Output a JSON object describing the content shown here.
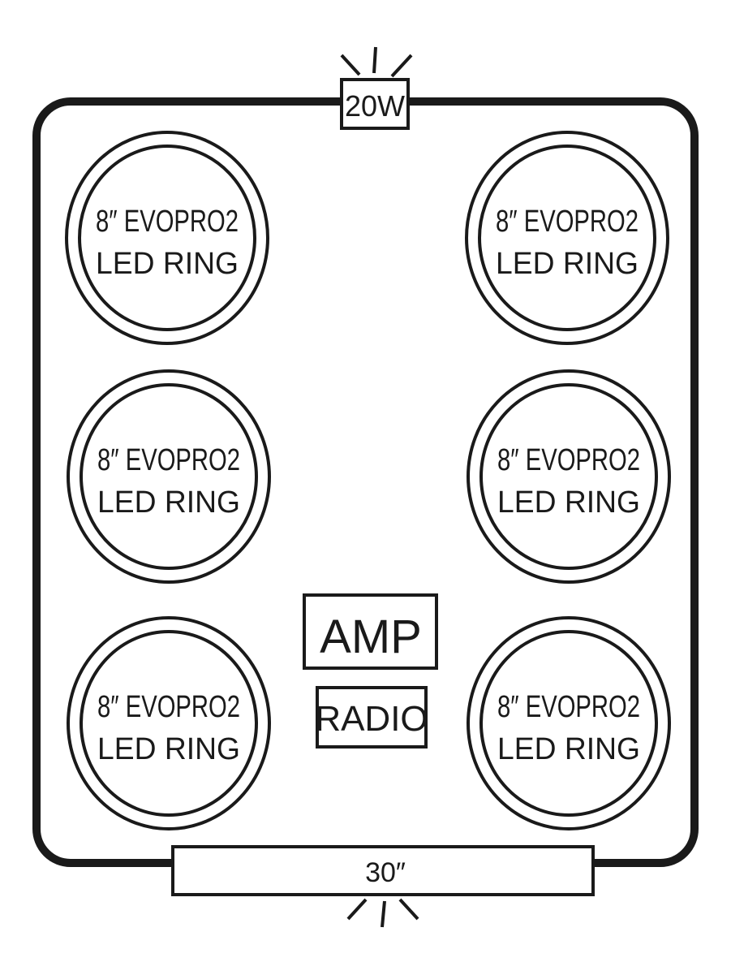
{
  "diagram": {
    "top_light_label": "20W",
    "bottom_light_label": "30″",
    "amp_label": "AMP",
    "radio_label": "RADIO",
    "speakers": [
      {
        "line1": "8″ EVOPRO2",
        "line2": "LED RING"
      },
      {
        "line1": "8″ EVOPRO2",
        "line2": "LED RING"
      },
      {
        "line1": "8″ EVOPRO2",
        "line2": "LED RING"
      },
      {
        "line1": "8″ EVOPRO2",
        "line2": "LED RING"
      },
      {
        "line1": "8″ EVOPRO2",
        "line2": "LED RING"
      },
      {
        "line1": "8″ EVOPRO2",
        "line2": "LED RING"
      }
    ],
    "colors": {
      "stroke": "#1a1a1a",
      "background": "#ffffff"
    }
  }
}
